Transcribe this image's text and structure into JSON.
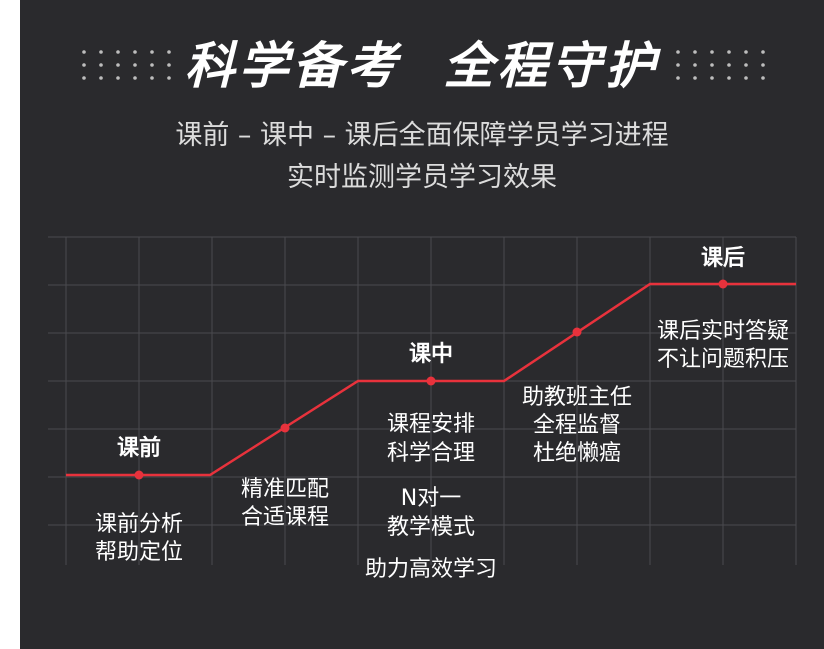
{
  "header": {
    "title": "科学备考  全程守护",
    "subtitle_line1": "课前 – 课中 – 课后全面保障学员学习进程",
    "subtitle_line2": "实时监测学员学习效果"
  },
  "stages": {
    "before": {
      "label": "课前",
      "desc1": "课前分析",
      "desc2": "帮助定位"
    },
    "match": {
      "desc1": "精准匹配",
      "desc2": "合适课程"
    },
    "during": {
      "label": "课中",
      "desc1": "课程安排",
      "desc2": "科学合理",
      "desc3": "N对一",
      "desc4": "教学模式",
      "desc5": "助力高效学习"
    },
    "assist": {
      "desc1": "助教班主任",
      "desc2": "全程监督",
      "desc3": "杜绝懒癌"
    },
    "after": {
      "label": "课后",
      "desc1": "课后实时答疑",
      "desc2": "不让问题积压"
    }
  },
  "colors": {
    "background": "#2a2a2d",
    "line": "#e8323c",
    "grid": "#4a4a4e",
    "text": "#ffffff"
  }
}
